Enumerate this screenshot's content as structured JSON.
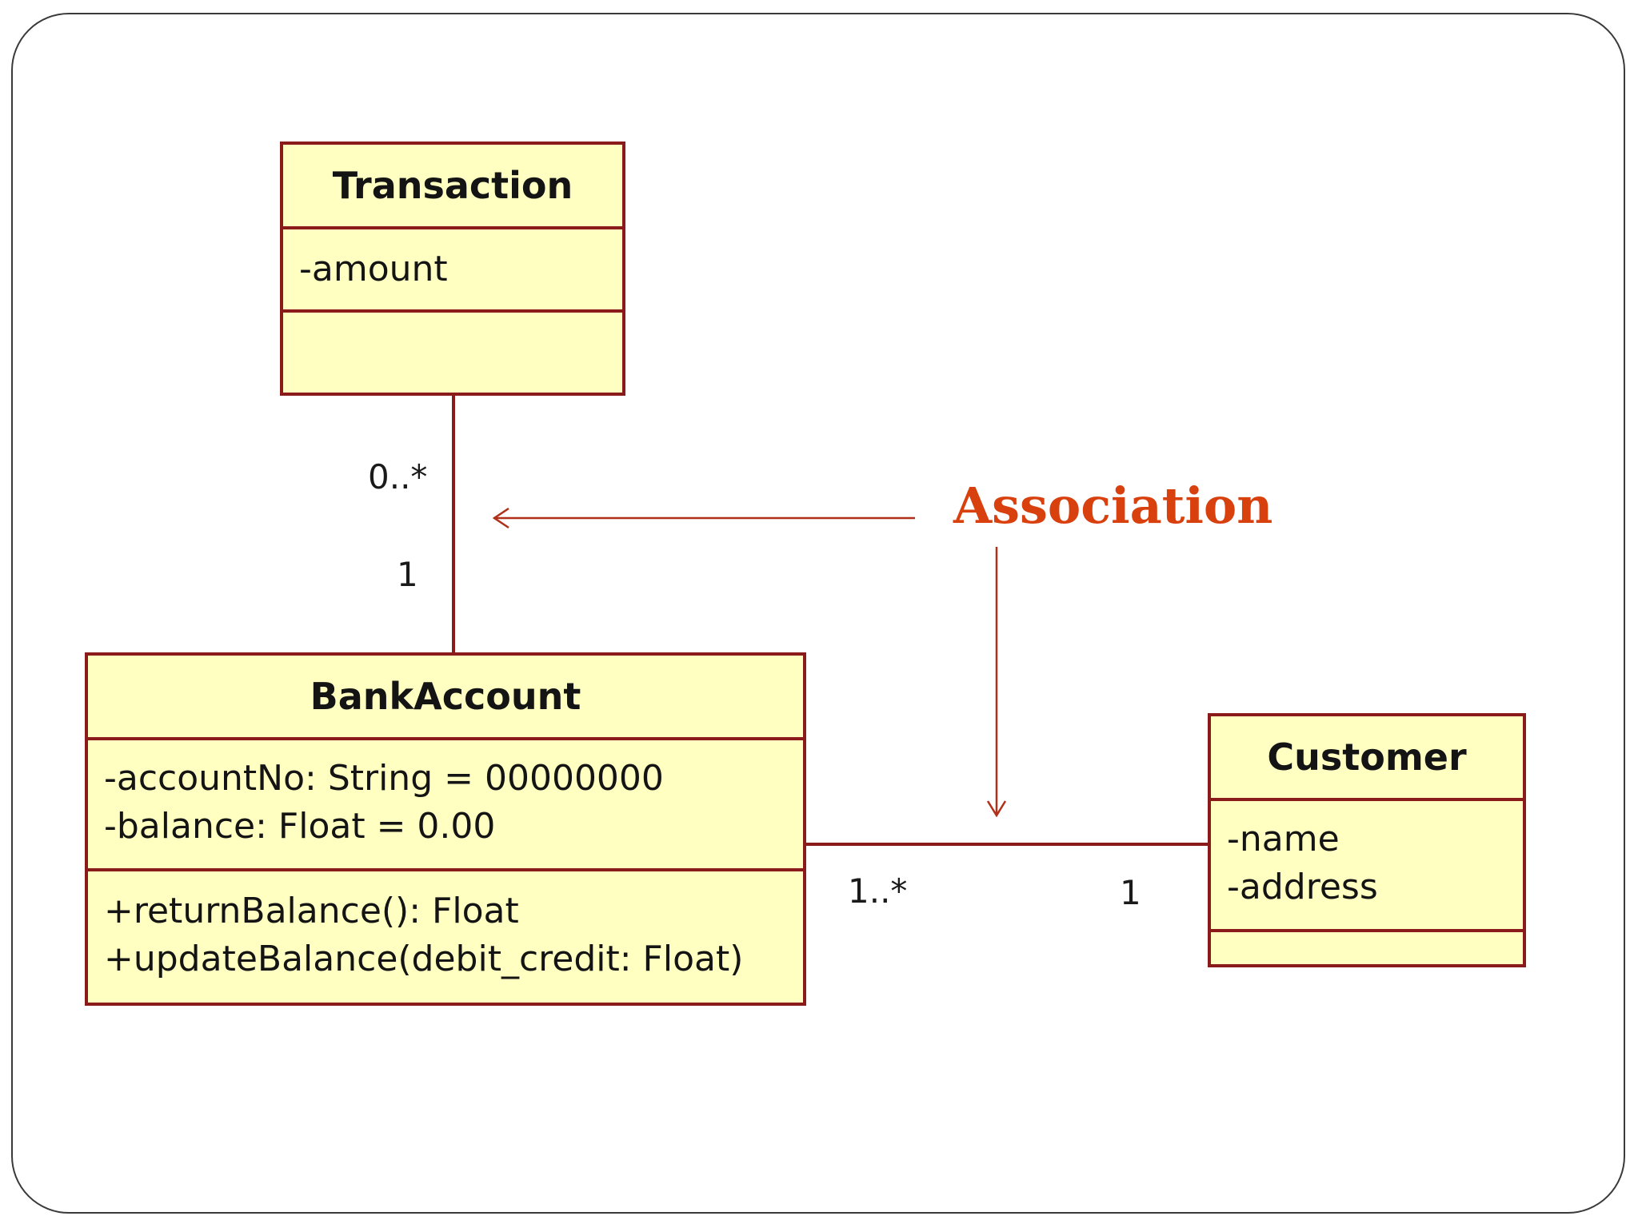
{
  "colors": {
    "class_fill": "#ffffc2",
    "class_border": "#8b1a1a",
    "association_line": "#8b1a1a",
    "annotation_text": "#d8400e",
    "annotation_arrow": "#b0301a"
  },
  "classes": {
    "transaction": {
      "name": "Transaction",
      "attributes": [
        "-amount"
      ],
      "operations": []
    },
    "bank_account": {
      "name": "BankAccount",
      "attributes": [
        "-accountNo: String = 00000000",
        "-balance: Float = 0.00"
      ],
      "operations": [
        "+returnBalance(): Float",
        "+updateBalance(debit_credit: Float)"
      ]
    },
    "customer": {
      "name": "Customer",
      "attributes": [
        "-name",
        "-address"
      ],
      "operations": []
    }
  },
  "associations": {
    "transaction_bank": {
      "transaction_end": "0..*",
      "bank_end": "1"
    },
    "bank_customer": {
      "bank_end": "1..*",
      "customer_end": "1"
    }
  },
  "annotation": {
    "label": "Association"
  }
}
